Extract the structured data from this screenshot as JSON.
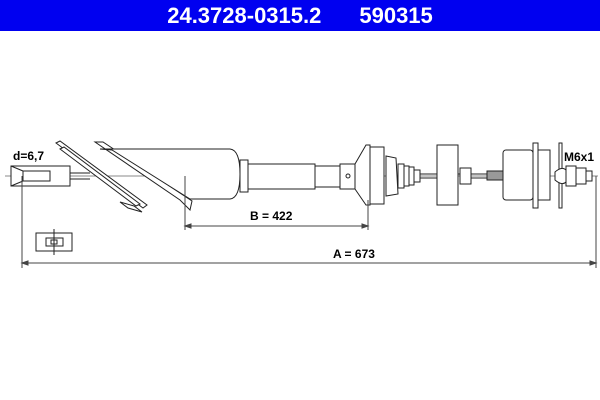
{
  "header": {
    "part_number": "24.3728-0315.2",
    "ref_number": "590315",
    "background": "#0000f0"
  },
  "drawing": {
    "diameter_label": "d=6,7",
    "thread_label": "M6x1",
    "dimension_b_label": "B = 422",
    "dimension_a_label": "A = 673"
  }
}
